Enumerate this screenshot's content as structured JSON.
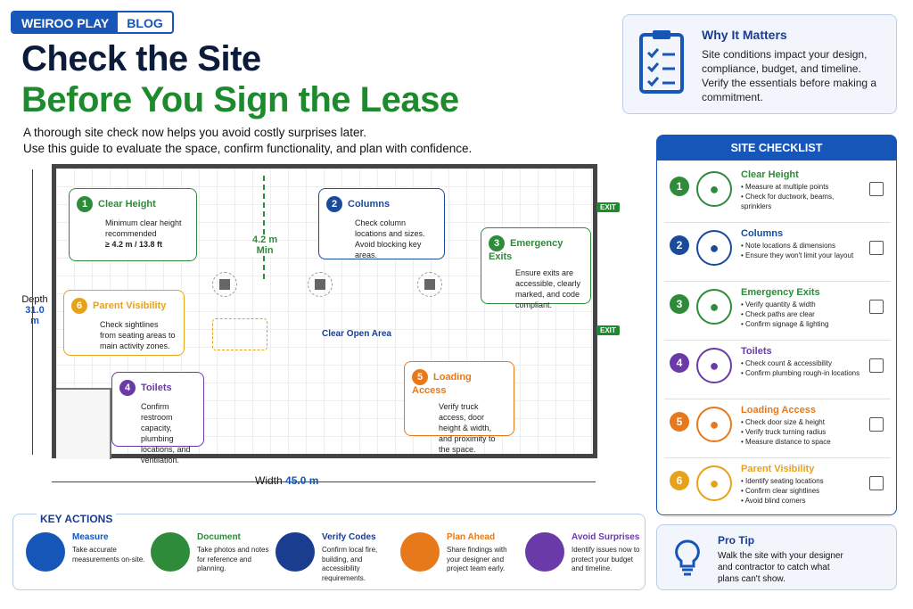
{
  "brand": {
    "name": "WEIROO PLAY",
    "section": "BLOG"
  },
  "title": {
    "line1": "Check the Site",
    "line2": "Before You Sign the Lease"
  },
  "intro": {
    "line1": "A thorough site check now helps you avoid costly surprises later.",
    "line2": "Use this guide to evaluate the space, confirm functionality, and plan with confidence."
  },
  "why": {
    "title": "Why It Matters",
    "text": "Site conditions impact your design, compliance, budget, and timeline. Verify the essentials before making a commitment.",
    "icon": "clipboard-icon"
  },
  "plan": {
    "depth_label": "Depth",
    "depth_value": "31.0 m",
    "width_label": "Width",
    "width_value": "45.0 m",
    "height_label": "4.2 m",
    "height_sub": "Min",
    "open_area": "Clear Open Area",
    "exit": "EXIT",
    "cards": [
      {
        "num": "1",
        "title": "Clear Height",
        "text": "Minimum clear height recommended",
        "value": "≥ 4.2 m / 13.8 ft",
        "color": "#2e8b3a"
      },
      {
        "num": "2",
        "title": "Columns",
        "text": "Check column locations and sizes. Avoid blocking key areas.",
        "color": "#1a4a9c"
      },
      {
        "num": "3",
        "title": "Emergency Exits",
        "text": "Ensure exits are accessible, clearly marked, and code compliant.",
        "color": "#2e8b3a"
      },
      {
        "num": "4",
        "title": "Toilets",
        "text": "Confirm restroom capacity, plumbing locations, and ventilation.",
        "color": "#6a3aa8"
      },
      {
        "num": "5",
        "title": "Loading Access",
        "text": "Verify truck access, door height & width, and proximity to the space.",
        "color": "#e8791a"
      },
      {
        "num": "6",
        "title": "Parent Visibility",
        "text": "Check sightlines from seating areas to main activity zones.",
        "color": "#e8a21a"
      }
    ]
  },
  "checklist": {
    "header": "SITE CHECKLIST",
    "items": [
      {
        "num": "1",
        "title": "Clear Height",
        "bullets": [
          "Measure at multiple points",
          "Check for ductwork, beams, sprinklers"
        ],
        "color": "#2e8b3a",
        "icon": "arrows-vertical-icon"
      },
      {
        "num": "2",
        "title": "Columns",
        "bullets": [
          "Note locations & dimensions",
          "Ensure they won't limit your layout"
        ],
        "color": "#1a4a9c",
        "icon": "column-icon"
      },
      {
        "num": "3",
        "title": "Emergency Exits",
        "bullets": [
          "Verify quantity & width",
          "Check paths are clear",
          "Confirm signage & lighting"
        ],
        "color": "#2e8b3a",
        "icon": "exit-sign-icon"
      },
      {
        "num": "4",
        "title": "Toilets",
        "bullets": [
          "Check count & accessibility",
          "Confirm plumbing rough-in locations"
        ],
        "color": "#6a3aa8",
        "icon": "restroom-icon"
      },
      {
        "num": "5",
        "title": "Loading Access",
        "bullets": [
          "Check door size & height",
          "Verify truck turning radius",
          "Measure distance to space"
        ],
        "color": "#e8791a",
        "icon": "truck-icon"
      },
      {
        "num": "6",
        "title": "Parent Visibility",
        "bullets": [
          "Identify seating locations",
          "Confirm clear sightlines",
          "Avoid blind corners"
        ],
        "color": "#e8a21a",
        "icon": "eye-icon"
      }
    ]
  },
  "key_actions": {
    "title": "KEY ACTIONS",
    "items": [
      {
        "title": "Measure",
        "text": "Take accurate measurements on-site.",
        "color": "#1656b8",
        "icon": "tape-measure-icon"
      },
      {
        "title": "Document",
        "text": "Take photos and notes for reference and planning.",
        "color": "#2e8b3a",
        "icon": "camera-icon"
      },
      {
        "title": "Verify Codes",
        "text": "Confirm local fire, building, and accessibility requirements.",
        "color": "#1a3d8f",
        "icon": "checklist-icon"
      },
      {
        "title": "Plan Ahead",
        "text": "Share findings with your designer and project team early.",
        "color": "#e8791a",
        "icon": "team-icon"
      },
      {
        "title": "Avoid Surprises",
        "text": "Identify issues now to protect your budget and timeline.",
        "color": "#6a3aa8",
        "icon": "dollar-icon"
      }
    ]
  },
  "pro_tip": {
    "title": "Pro Tip",
    "text": "Walk the site with your designer and contractor to catch what plans can't show.",
    "icon": "lightbulb-icon"
  }
}
